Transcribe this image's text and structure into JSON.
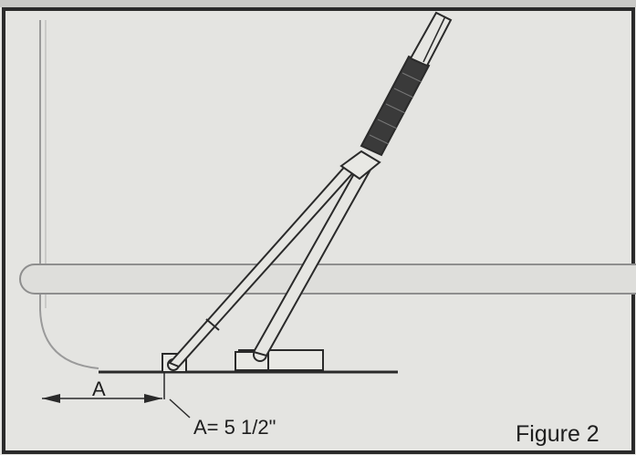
{
  "figure": {
    "caption": "Figure 2",
    "dimension_label": "A",
    "dimension_value": "A= 5 1/2\""
  },
  "colors": {
    "background": "#e4e4e1",
    "ink": "#2a2a2a",
    "tub_line": "#8e8e8e",
    "grip": "#3a3a3a"
  }
}
